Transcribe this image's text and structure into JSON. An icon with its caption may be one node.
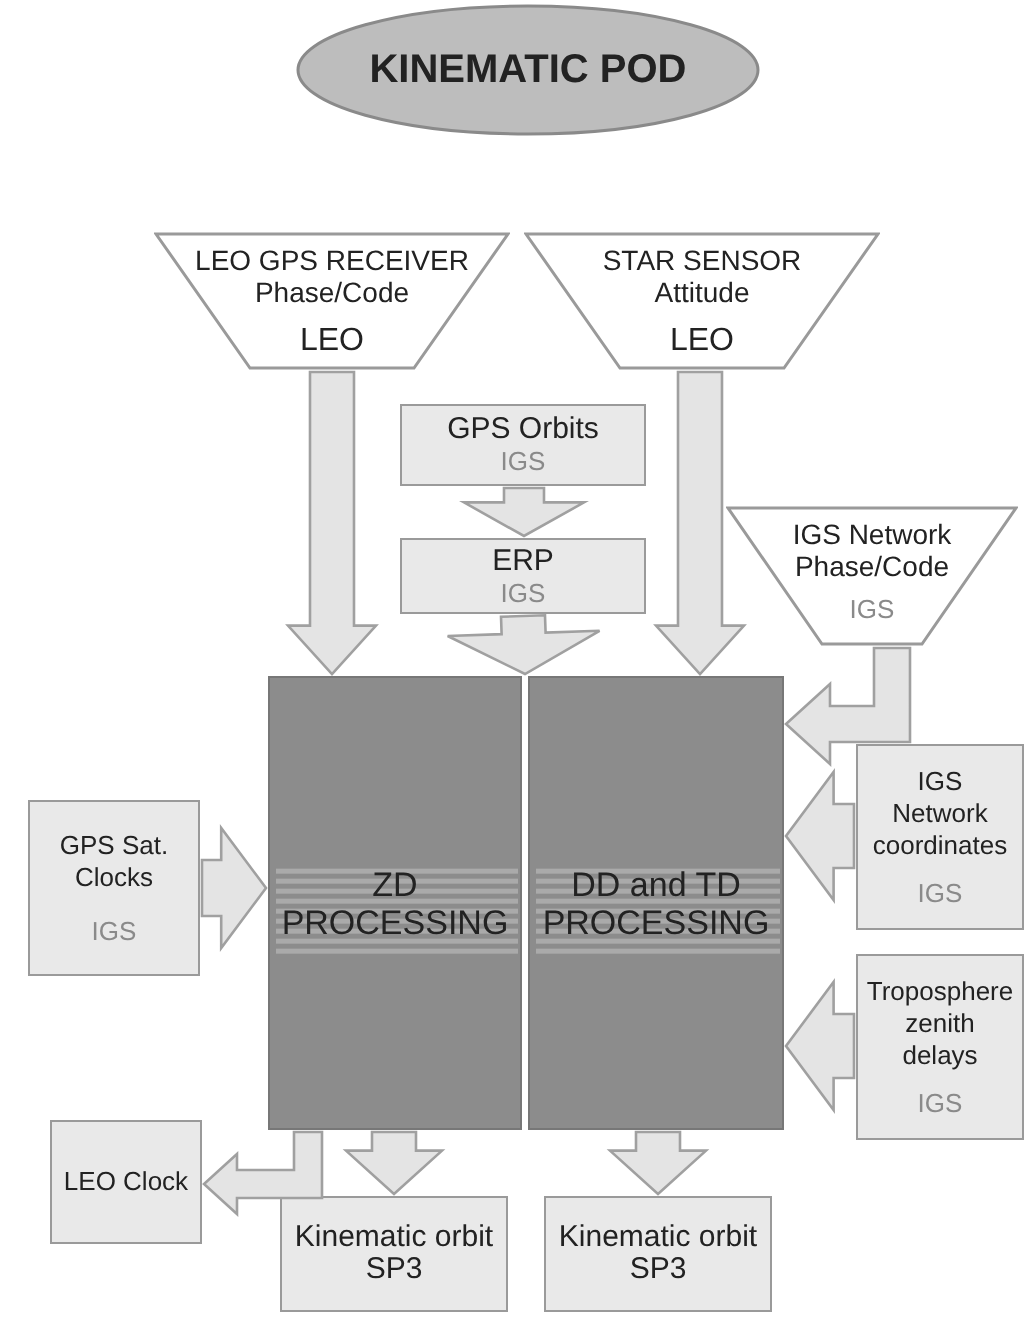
{
  "diagram": {
    "nodes": [
      {
        "text": [
          "KINEMATIC POD"
        ]
      },
      {
        "text": [
          "LEO GPS RECEIVER Phase/Code",
          "LEO"
        ]
      },
      {
        "text": [
          "STAR SENSOR Attitude",
          "LEO"
        ]
      },
      {
        "text": [
          "GPS Orbits",
          "IGS"
        ]
      },
      {
        "text": [
          "ERP",
          "IGS"
        ]
      },
      {
        "text": [
          "IGS Network Phase/Code",
          "IGS"
        ]
      },
      {
        "text": [
          "GPS Sat. Clocks",
          "IGS"
        ]
      },
      {
        "text": [
          "ZD PROCESSING"
        ]
      },
      {
        "text": [
          "DD and TD PROCESSING"
        ]
      },
      {
        "text": [
          "IGS Network coordinates",
          "IGS"
        ]
      },
      {
        "text": [
          "Troposphere zenith delays",
          "IGS"
        ]
      },
      {
        "text": [
          "LEO Clock"
        ]
      },
      {
        "text": [
          "Kinematic orbit SP3"
        ]
      },
      {
        "text": [
          "Kinematic orbit SP3"
        ]
      }
    ],
    "edges": [
      {
        "from": 1,
        "to": 7,
        "arrow": "to"
      },
      {
        "from": 2,
        "to": 8,
        "arrow": "to"
      },
      {
        "from": 3,
        "to": 4,
        "arrow": "to"
      },
      {
        "from": 4,
        "to": 7,
        "arrow": "to"
      },
      {
        "from": 4,
        "to": 8,
        "arrow": "to"
      },
      {
        "from": 5,
        "to": 8,
        "arrow": "to"
      },
      {
        "from": 6,
        "to": 7,
        "arrow": "to"
      },
      {
        "from": 9,
        "to": 8,
        "arrow": "to"
      },
      {
        "from": 10,
        "to": 8,
        "arrow": "to"
      },
      {
        "from": 7,
        "to": 11,
        "arrow": "to"
      },
      {
        "from": 7,
        "to": 12,
        "arrow": "to"
      },
      {
        "from": 8,
        "to": 13,
        "arrow": "to"
      }
    ]
  }
}
